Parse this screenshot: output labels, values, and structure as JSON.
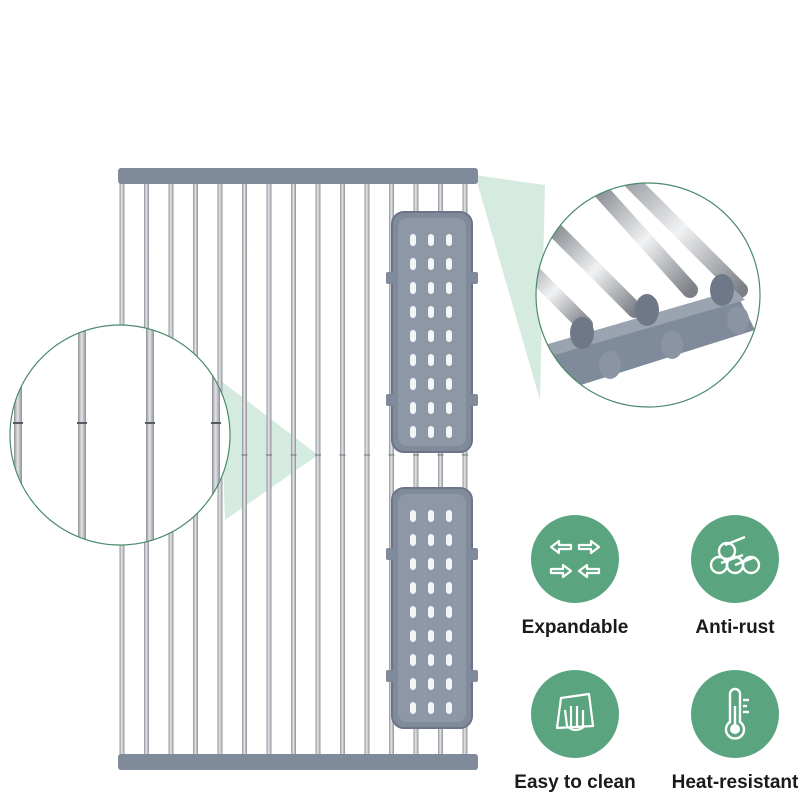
{
  "colors": {
    "badge": "#5aa57f",
    "rod": "#b5b9be",
    "frame": "#7f8a9a",
    "basket": "#7f8a9a",
    "zoom_fill": "#cfe8da",
    "zoom_border": "#4a8a6a"
  },
  "features": [
    {
      "label": "Expandable",
      "icon": "expand-arrows-icon"
    },
    {
      "label": "Anti-rust",
      "icon": "rods-bundle-icon"
    },
    {
      "label": "Easy to clean",
      "icon": "hand-cloth-icon"
    },
    {
      "label": "Heat-resistant",
      "icon": "thermometer-icon"
    }
  ],
  "product": {
    "rod_count": 15,
    "basket_count": 2
  }
}
